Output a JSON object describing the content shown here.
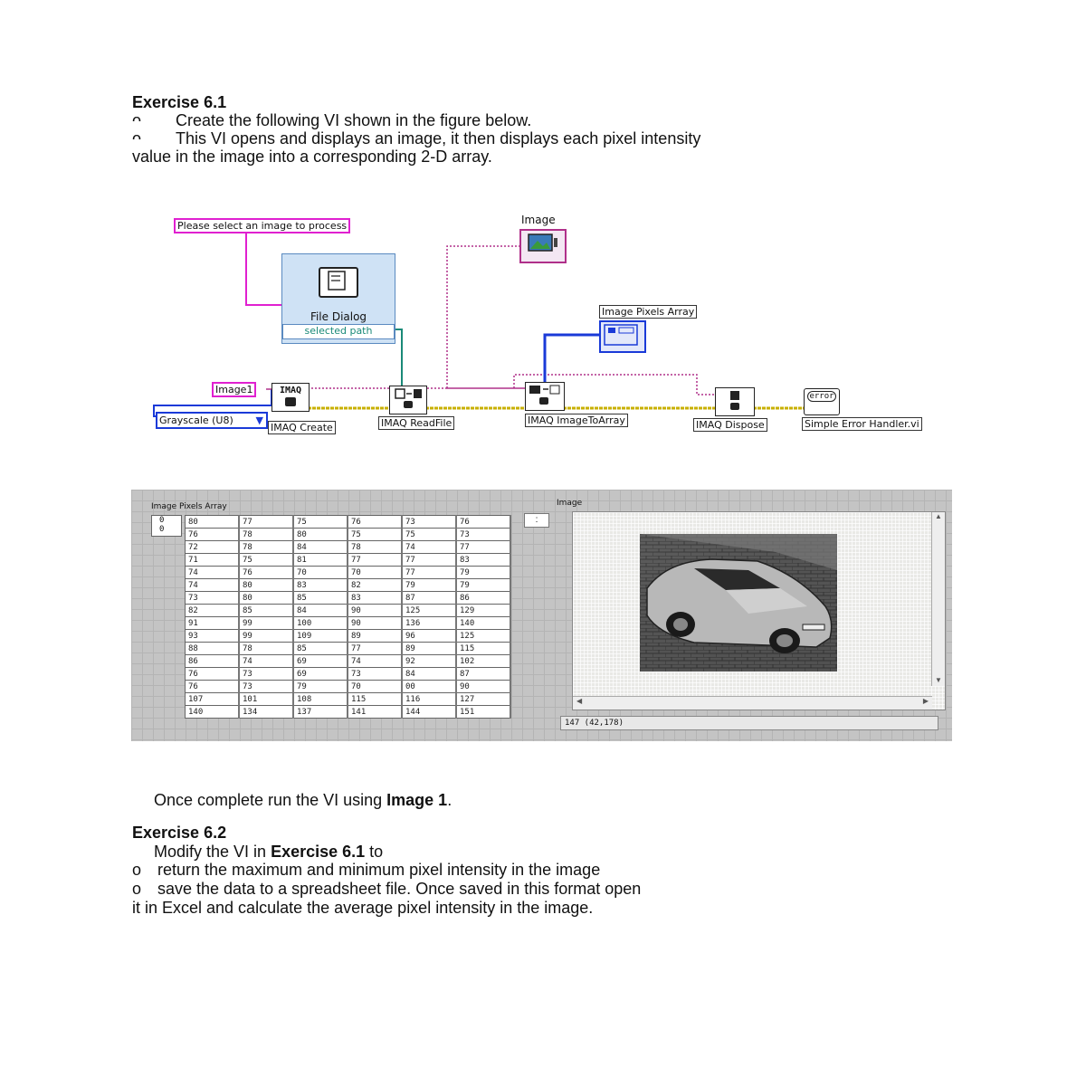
{
  "ex61": {
    "title": "Exercise 6.1",
    "bullet_glyph": "ᴖ",
    "line1": "Create the following VI shown in the figure below.",
    "line2": "This VI opens and displays an image, it then displays each pixel intensity",
    "line3": "value in the image into a corresponding 2-D array."
  },
  "diagram": {
    "prompt": "Please select an image to process",
    "image_ind": "Image",
    "file_dialog": "File Dialog",
    "selected_path": "selected path",
    "pixels_array": "Image Pixels Array",
    "image1": "Image1",
    "imaq_node": "IMAQ",
    "grayscale": "Grayscale (U8)",
    "imaq_create": "IMAQ Create",
    "imaq_readfile": "IMAQ ReadFile",
    "imaq_toarray": "IMAQ ImageToArray",
    "imaq_dispose": "IMAQ Dispose",
    "error_handler": "Simple Error Handler.vi",
    "error_icon": "error"
  },
  "panel": {
    "array_label": "Image Pixels Array",
    "index_top": "0",
    "index_bottom": "0",
    "image_label": "Image",
    "zoom_box": ":",
    "status": "147   (42,178)",
    "rows": [
      [
        "80",
        "77",
        "75",
        "76",
        "73",
        "76"
      ],
      [
        "76",
        "78",
        "80",
        "75",
        "75",
        "73"
      ],
      [
        "72",
        "78",
        "84",
        "78",
        "74",
        "77"
      ],
      [
        "71",
        "75",
        "81",
        "77",
        "77",
        "83"
      ],
      [
        "74",
        "76",
        "70",
        "70",
        "77",
        "79"
      ],
      [
        "74",
        "80",
        "83",
        "82",
        "79",
        "79"
      ],
      [
        "73",
        "80",
        "85",
        "83",
        "87",
        "86"
      ],
      [
        "82",
        "85",
        "84",
        "90",
        "125",
        "129"
      ],
      [
        "91",
        "99",
        "100",
        "90",
        "136",
        "140"
      ],
      [
        "93",
        "99",
        "109",
        "89",
        "96",
        "125"
      ],
      [
        "88",
        "78",
        "85",
        "77",
        "89",
        "115"
      ],
      [
        "86",
        "74",
        "69",
        "74",
        "92",
        "102"
      ],
      [
        "76",
        "73",
        "69",
        "73",
        "84",
        "87"
      ],
      [
        "76",
        "73",
        "79",
        "70",
        "00",
        "90"
      ],
      [
        "107",
        "101",
        "108",
        "115",
        "116",
        "127"
      ],
      [
        "140",
        "134",
        "137",
        "141",
        "144",
        "151"
      ]
    ]
  },
  "after": {
    "run_pre": "Once complete run the VI using ",
    "run_bold": "Image 1",
    "run_post": "."
  },
  "ex62": {
    "title": "Exercise 6.2",
    "mod_pre": "Modify the VI in ",
    "mod_bold": "Exercise 6.1",
    "mod_post": " to",
    "bullet_glyph": "o",
    "item1": "return the maximum and minimum pixel intensity in the image",
    "item2": "save the data to a spreadsheet file. Once saved in this format open",
    "item2_cont": "it in Excel and calculate the average pixel intensity in the image."
  },
  "colors": {
    "pink_wire": "#e020d0",
    "blue_wire": "#1a3ad8",
    "green_wire": "#1a8a78",
    "yellow_wire": "#c8b000"
  }
}
